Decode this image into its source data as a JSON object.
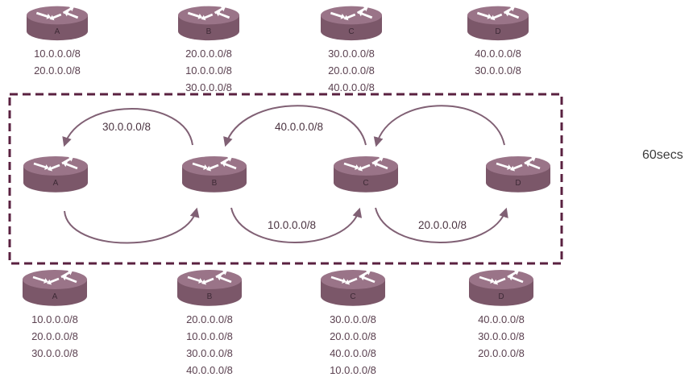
{
  "colors": {
    "router": "#7b5769",
    "router_top": "#9a7488",
    "arrow": "#806074",
    "box": "#5a2140"
  },
  "timer_label": "60secs",
  "top_row": [
    {
      "label": "A",
      "routes": [
        "10.0.0.0/8",
        "20.0.0.0/8"
      ]
    },
    {
      "label": "B",
      "routes": [
        "20.0.0.0/8",
        "10.0.0.0/8",
        "30.0.0.0/8"
      ]
    },
    {
      "label": "C",
      "routes": [
        "30.0.0.0/8",
        "20.0.0.0/8",
        "40.0.0.0/8"
      ]
    },
    {
      "label": "D",
      "routes": [
        "40.0.0.0/8",
        "30.0.0.0/8"
      ]
    }
  ],
  "middle_row": [
    {
      "label": "A"
    },
    {
      "label": "B"
    },
    {
      "label": "C"
    },
    {
      "label": "D"
    }
  ],
  "updates": {
    "b_to_a": "30.0.0.0/8",
    "c_to_b": "40.0.0.0/8",
    "b_to_c": "10.0.0.0/8",
    "c_to_d": "20.0.0.0/8"
  },
  "bottom_row": [
    {
      "label": "A",
      "routes": [
        "10.0.0.0/8",
        "20.0.0.0/8",
        "30.0.0.0/8"
      ]
    },
    {
      "label": "B",
      "routes": [
        "20.0.0.0/8",
        "10.0.0.0/8",
        "30.0.0.0/8",
        "40.0.0.0/8"
      ]
    },
    {
      "label": "C",
      "routes": [
        "30.0.0.0/8",
        "20.0.0.0/8",
        "40.0.0.0/8",
        "10.0.0.0/8"
      ]
    },
    {
      "label": "D",
      "routes": [
        "40.0.0.0/8",
        "30.0.0.0/8",
        "20.0.0.0/8"
      ]
    }
  ]
}
